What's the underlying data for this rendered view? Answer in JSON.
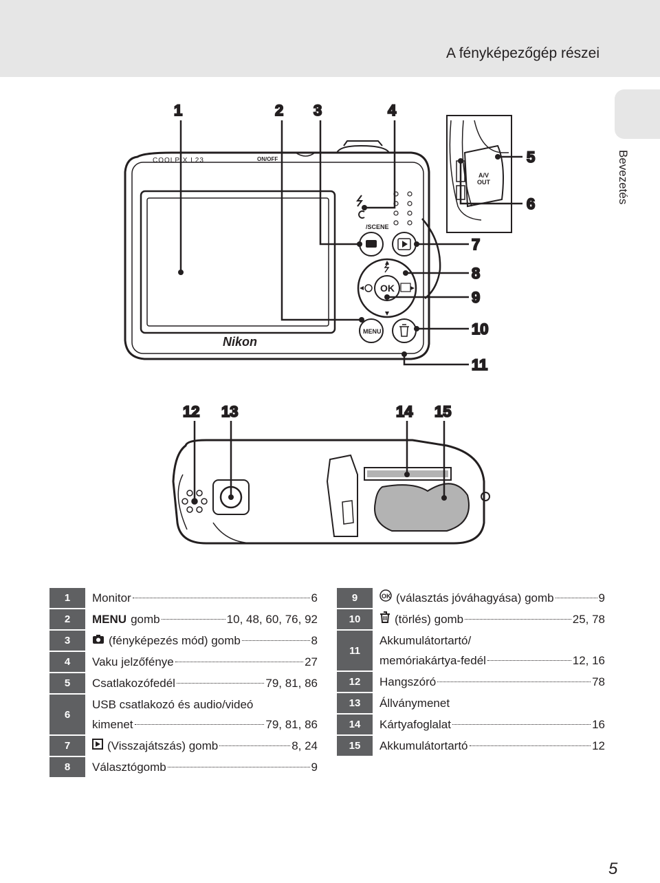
{
  "header": {
    "title": "A fényképezőgép részei"
  },
  "side_tab": {
    "label": "Bevezetés"
  },
  "page_number": "5",
  "figure_labels": {
    "n1": "1",
    "n2": "2",
    "n3": "3",
    "n4": "4",
    "n5": "5",
    "n6": "6",
    "n7": "7",
    "n8": "8",
    "n9": "9",
    "n10": "10",
    "n11": "11",
    "n12": "12",
    "n13": "13",
    "n14": "14",
    "n15": "15"
  },
  "camera_markings": {
    "model": "COOLPIX L23",
    "power": "ON/OFF",
    "brand": "Nikon",
    "ok": "OK",
    "menu": "MENU",
    "scene": "/SCENE",
    "av_out_1": "A/V",
    "av_out_2": "OUT"
  },
  "legend_left": [
    {
      "num": "1",
      "icon": "",
      "label": "Monitor",
      "page": "6"
    },
    {
      "num": "2",
      "icon": "MENU",
      "label": "gomb",
      "page": "10, 48, 60, 76, 92"
    },
    {
      "num": "3",
      "icon": "camera-icon",
      "label": "(fényképezés mód) gomb",
      "page": "8"
    },
    {
      "num": "4",
      "icon": "",
      "label": "Vaku jelzőfénye",
      "page": "27"
    },
    {
      "num": "5",
      "icon": "",
      "label": "Csatlakozófedél",
      "page": "79, 81, 86"
    },
    {
      "num": "6",
      "icon": "",
      "label_line1": "USB csatlakozó és audio/videó",
      "label": "kimenet",
      "page": "79, 81, 86"
    },
    {
      "num": "7",
      "icon": "play-icon",
      "label": "(Visszajátszás) gomb",
      "page": "8, 24"
    },
    {
      "num": "8",
      "icon": "",
      "label": "Választógomb",
      "page": "9"
    }
  ],
  "legend_right": [
    {
      "num": "9",
      "icon": "ok-icon",
      "label": "(választás jóváhagyása) gomb",
      "page": "9"
    },
    {
      "num": "10",
      "icon": "trash-icon",
      "label": "(törlés) gomb",
      "page": "25, 78"
    },
    {
      "num": "11",
      "icon": "",
      "label_line1": "Akkumulátortartó/",
      "label": "memóriakártya-fedél",
      "page": "12, 16"
    },
    {
      "num": "12",
      "icon": "",
      "label": "Hangszóró",
      "page": "78"
    },
    {
      "num": "13",
      "icon": "",
      "label": "Állványmenet",
      "page": ""
    },
    {
      "num": "14",
      "icon": "",
      "label": "Kártyafoglalat",
      "page": "16"
    },
    {
      "num": "15",
      "icon": "",
      "label": "Akkumulátortartó",
      "page": "12"
    }
  ]
}
